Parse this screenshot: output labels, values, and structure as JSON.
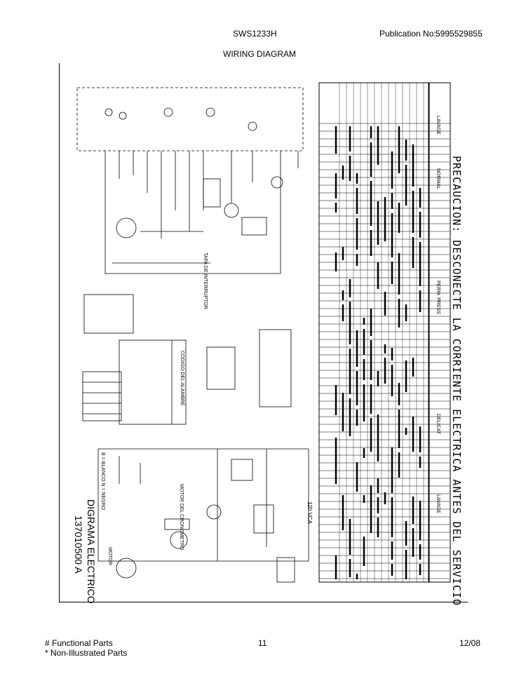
{
  "header": {
    "model": "SWS1233H",
    "publication_label": "Publication No:",
    "publication_number": "5995529855",
    "section_title": "WIRING DIAGRAM"
  },
  "footer": {
    "functional_parts": "# Functional Parts",
    "non_illustrated_parts": "* Non-Illustrated Parts",
    "page_number": "11",
    "date": "12/08"
  },
  "diagram": {
    "warning_text": "PRECAUCION: DESCONECTE LA CORRIENTE ELECTRICA ANTES DEL SERVICIO",
    "title": "DIGRAMA ELECTRICO",
    "drawing_number": "137010500 A",
    "voltage_label": "120 VCA",
    "cycle_labels": [
      "LAVAGE",
      "NORMAL",
      "PERM. PRESS",
      "DELICAT",
      "LAVAGE"
    ],
    "legend_title": "CODIGO DEL ALAMBRE",
    "motor_label": "MOTOR",
    "timer_label": "MOTOR DEL CRONOMETRO",
    "lid_switch_label": "TAPA DE INTERRUPTOR",
    "color_code": "B = BLANCO  N = NEGRO"
  }
}
